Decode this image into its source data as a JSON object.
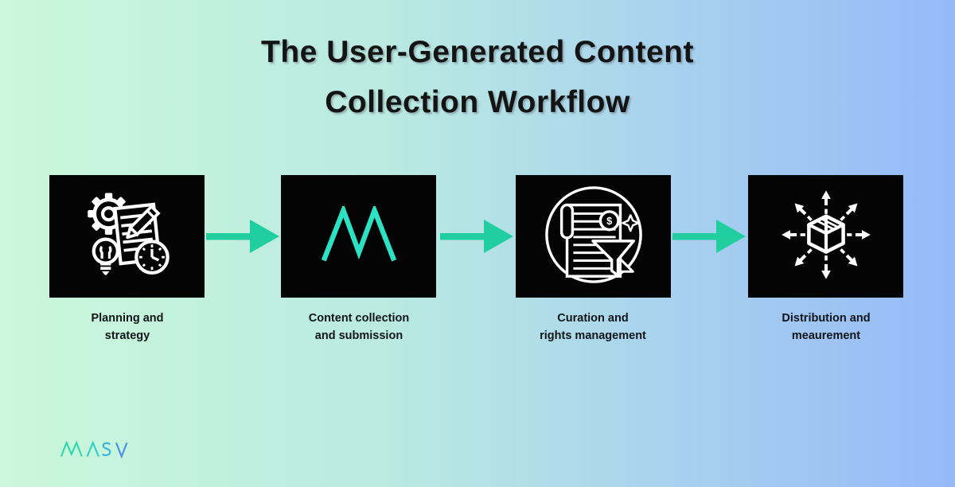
{
  "title": {
    "line1": "The User-Generated Content",
    "line2": "Collection Workflow"
  },
  "steps": [
    {
      "icon": "planning-strategy-icon",
      "label_line1": "Planning and",
      "label_line2": "strategy"
    },
    {
      "icon": "masv-m-logo",
      "label_line1": "Content collection",
      "label_line2": "and submission"
    },
    {
      "icon": "curation-rights-icon",
      "label_line1": "Curation and",
      "label_line2": "rights management"
    },
    {
      "icon": "distribution-icon",
      "label_line1": "Distribution and",
      "label_line2": "meaurement"
    }
  ],
  "connectors": {
    "count": 3,
    "direction": "right",
    "color": "#20cea0"
  },
  "branding": {
    "logo_text": "MASV"
  },
  "icons": {
    "dollar_sign": "$"
  },
  "colors": {
    "background_left": "#cbf8da",
    "background_mid": "#b9e9e2",
    "background_right": "#96b9f9",
    "box_background": "#040404",
    "icon_stroke": "#ffffff",
    "arrow_teal": "#20cea0",
    "masv_m_teal": "#2be3c4",
    "wordmark_m": "#2cd9b0",
    "wordmark_a": "#2fd0c4",
    "wordmark_s": "#3cb4da",
    "wordmark_v": "#4a8fe8",
    "title_text": "#141414",
    "label_text": "#10151a"
  }
}
